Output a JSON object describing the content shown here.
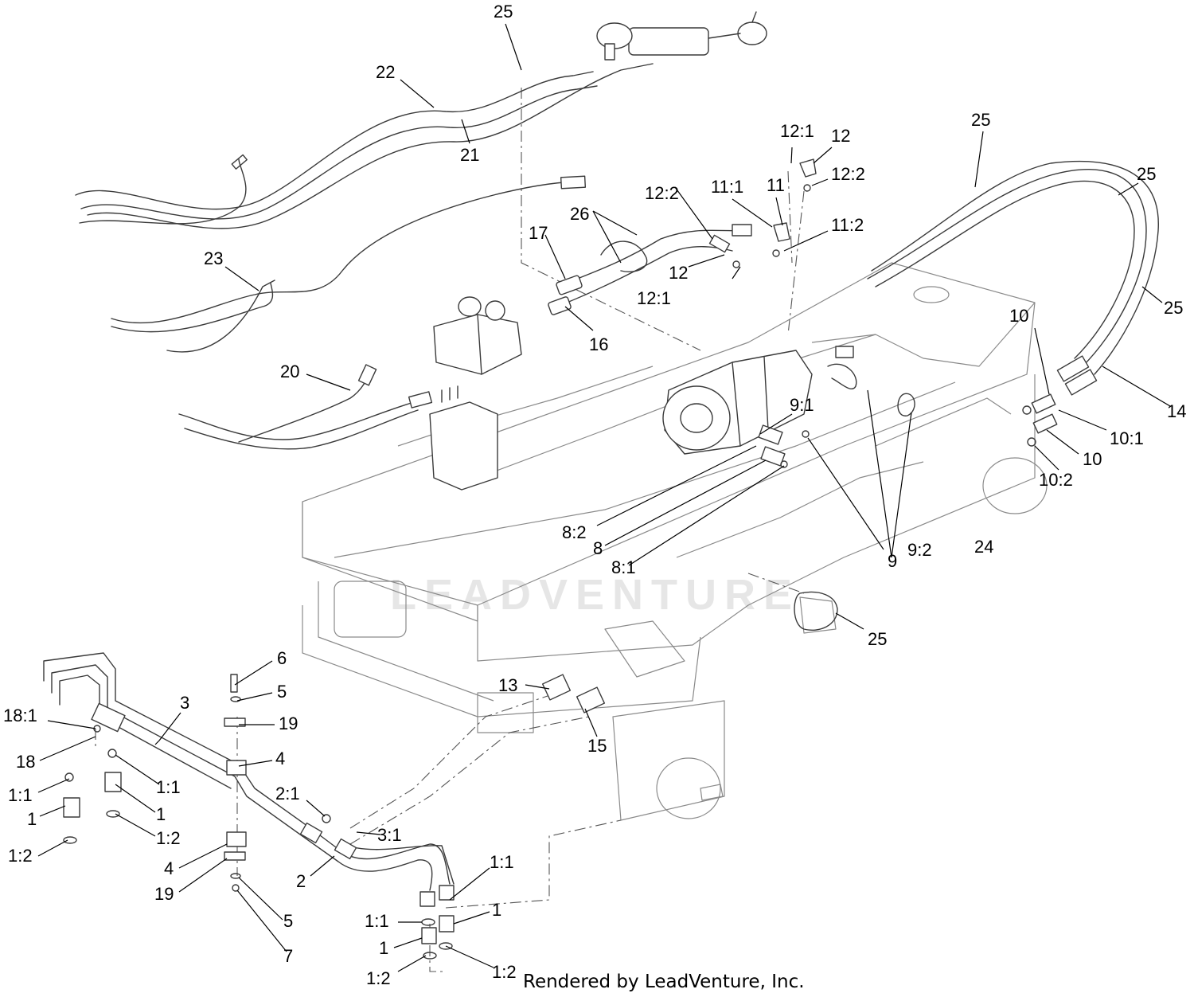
{
  "watermark": "LEADVENTURE",
  "footer": "Rendered by LeadVenture, Inc.",
  "callouts": [
    {
      "id": "c25a",
      "label": "25"
    },
    {
      "id": "c22",
      "label": "22"
    },
    {
      "id": "c21",
      "label": "21"
    },
    {
      "id": "c23",
      "label": "23"
    },
    {
      "id": "c20",
      "label": "20"
    },
    {
      "id": "c17",
      "label": "17"
    },
    {
      "id": "c16",
      "label": "16"
    },
    {
      "id": "c26",
      "label": "26"
    },
    {
      "id": "c12_2a",
      "label": "12:2"
    },
    {
      "id": "c12a",
      "label": "12"
    },
    {
      "id": "c12_1a",
      "label": "12:1"
    },
    {
      "id": "c11_1",
      "label": "11:1"
    },
    {
      "id": "c11",
      "label": "11"
    },
    {
      "id": "c11_2",
      "label": "11:2"
    },
    {
      "id": "c12_1b",
      "label": "12:1"
    },
    {
      "id": "c12b",
      "label": "12"
    },
    {
      "id": "c12_2b",
      "label": "12:2"
    },
    {
      "id": "c25b",
      "label": "25"
    },
    {
      "id": "c25c",
      "label": "25"
    },
    {
      "id": "c25d",
      "label": "25"
    },
    {
      "id": "c10a",
      "label": "10"
    },
    {
      "id": "c14",
      "label": "14"
    },
    {
      "id": "c10_1",
      "label": "10:1"
    },
    {
      "id": "c10b",
      "label": "10"
    },
    {
      "id": "c10_2",
      "label": "10:2"
    },
    {
      "id": "c9_1",
      "label": "9:1"
    },
    {
      "id": "c8_2",
      "label": "8:2"
    },
    {
      "id": "c8",
      "label": "8"
    },
    {
      "id": "c8_1",
      "label": "8:1"
    },
    {
      "id": "c9",
      "label": "9"
    },
    {
      "id": "c9_2",
      "label": "9:2"
    },
    {
      "id": "c24",
      "label": "24"
    },
    {
      "id": "c25e",
      "label": "25"
    },
    {
      "id": "c6",
      "label": "6"
    },
    {
      "id": "c5a",
      "label": "5"
    },
    {
      "id": "c19a",
      "label": "19"
    },
    {
      "id": "c4a",
      "label": "4"
    },
    {
      "id": "c3",
      "label": "3"
    },
    {
      "id": "c18_1",
      "label": "18:1"
    },
    {
      "id": "c18",
      "label": "18"
    },
    {
      "id": "c1_1a",
      "label": "1:1"
    },
    {
      "id": "c1a",
      "label": "1"
    },
    {
      "id": "c1_2a",
      "label": "1:2"
    },
    {
      "id": "c1_1b",
      "label": "1:1"
    },
    {
      "id": "c1b",
      "label": "1"
    },
    {
      "id": "c1_2b",
      "label": "1:2"
    },
    {
      "id": "c13",
      "label": "13"
    },
    {
      "id": "c15",
      "label": "15"
    },
    {
      "id": "c2_1",
      "label": "2:1"
    },
    {
      "id": "c3_1",
      "label": "3:1"
    },
    {
      "id": "c2",
      "label": "2"
    },
    {
      "id": "c4b",
      "label": "4"
    },
    {
      "id": "c19b",
      "label": "19"
    },
    {
      "id": "c5b",
      "label": "5"
    },
    {
      "id": "c7",
      "label": "7"
    },
    {
      "id": "c1_1c",
      "label": "1:1"
    },
    {
      "id": "c1_1d",
      "label": "1:1"
    },
    {
      "id": "c1c",
      "label": "1"
    },
    {
      "id": "c1d",
      "label": "1"
    },
    {
      "id": "c1_2c",
      "label": "1:2"
    },
    {
      "id": "c1_2d",
      "label": "1:2"
    }
  ]
}
